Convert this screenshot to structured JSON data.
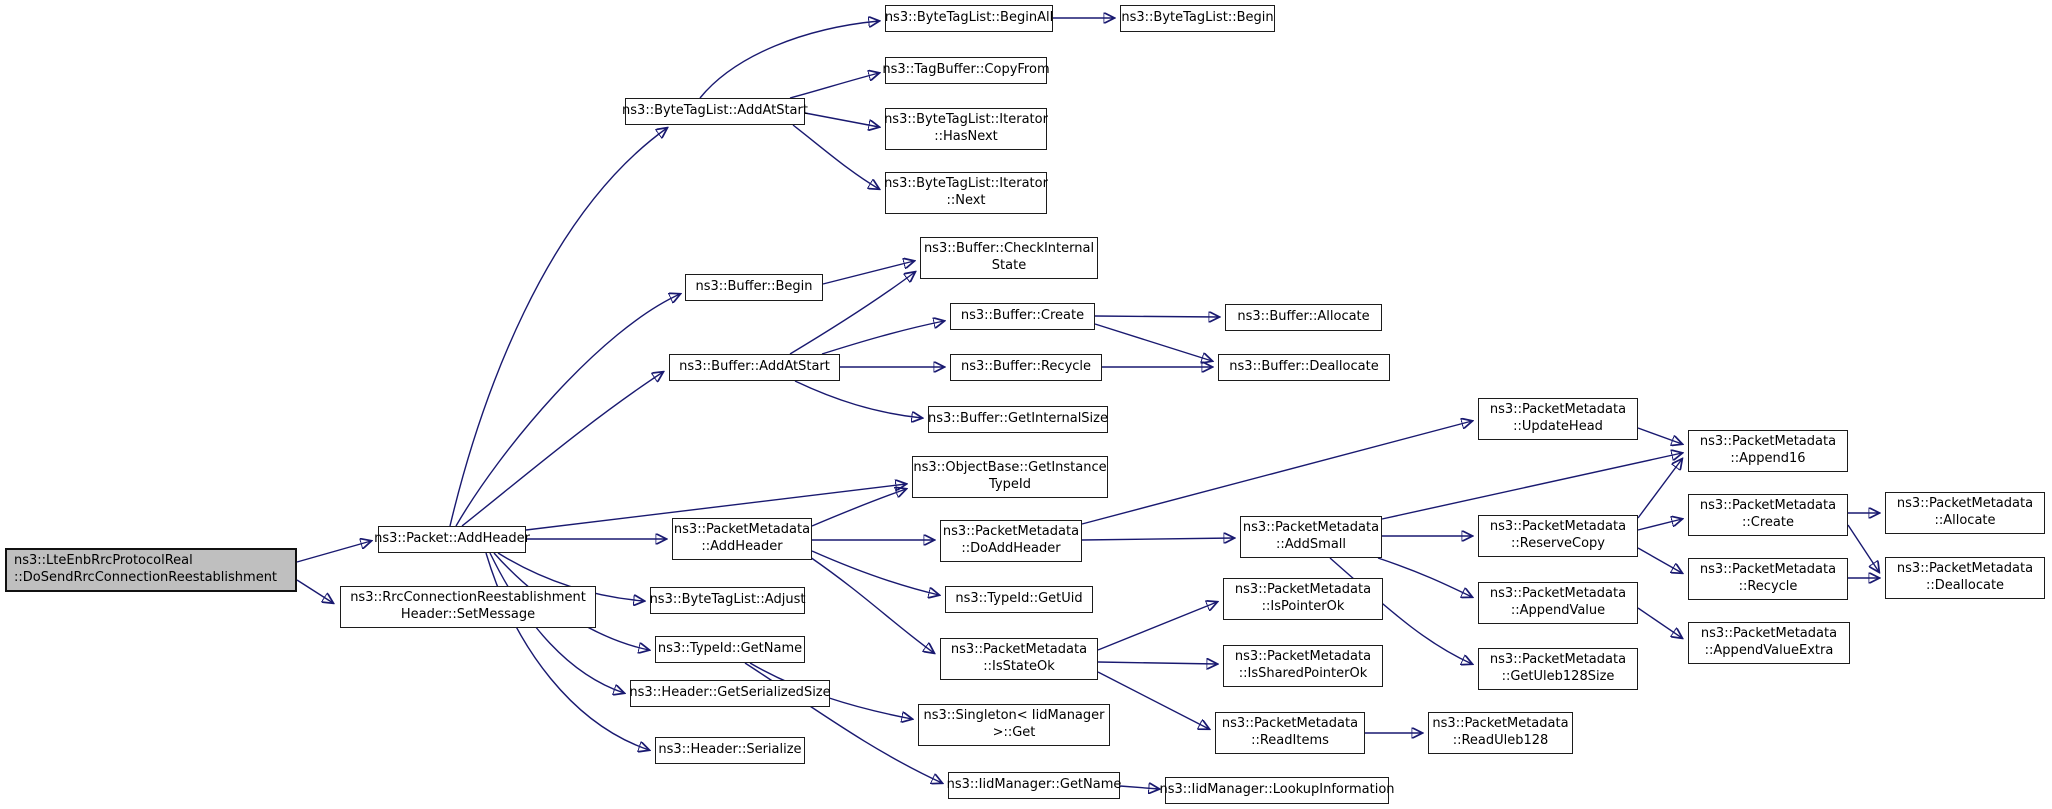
{
  "diagram": {
    "type": "doxygen-call-graph",
    "colors": {
      "edge": "#191970",
      "node_border": "#1c1c1c",
      "node_fill": "#ffffff",
      "root_fill": "#bfbfbf",
      "background": "#ffffff",
      "text": "#000000"
    },
    "nodes": [
      {
        "id": "root",
        "line1": "ns3::LteEnbRrcProtocolReal",
        "line2": "::DoSendRrcConnectionReestablishment",
        "highlighted": true
      },
      {
        "id": "packet-addheader",
        "line1": "ns3::Packet::AddHeader"
      },
      {
        "id": "rrc-setmessage",
        "line1": "ns3::RrcConnectionReestablishment",
        "line2": "Header::SetMessage"
      },
      {
        "id": "bytetaglist-addatstart",
        "line1": "ns3::ByteTagList::AddAtStart"
      },
      {
        "id": "bytetaglist-beginall",
        "line1": "ns3::ByteTagList::BeginAll"
      },
      {
        "id": "bytetaglist-begin",
        "line1": "ns3::ByteTagList::Begin"
      },
      {
        "id": "tagbuffer-copyfrom",
        "line1": "ns3::TagBuffer::CopyFrom"
      },
      {
        "id": "bytetaglist-iterator-hasnext",
        "line1": "ns3::ByteTagList::Iterator",
        "line2": "::HasNext"
      },
      {
        "id": "bytetaglist-iterator-next",
        "line1": "ns3::ByteTagList::Iterator",
        "line2": "::Next"
      },
      {
        "id": "buffer-begin",
        "line1": "ns3::Buffer::Begin"
      },
      {
        "id": "buffer-checkinternalstate",
        "line1": "ns3::Buffer::CheckInternal",
        "line2": "State"
      },
      {
        "id": "buffer-addatstart",
        "line1": "ns3::Buffer::AddAtStart"
      },
      {
        "id": "buffer-create",
        "line1": "ns3::Buffer::Create"
      },
      {
        "id": "buffer-recycle",
        "line1": "ns3::Buffer::Recycle"
      },
      {
        "id": "buffer-allocate",
        "line1": "ns3::Buffer::Allocate"
      },
      {
        "id": "buffer-deallocate",
        "line1": "ns3::Buffer::Deallocate"
      },
      {
        "id": "buffer-getinternalsize",
        "line1": "ns3::Buffer::GetInternalSize"
      },
      {
        "id": "objectbase-getinstancetypeid",
        "line1": "ns3::ObjectBase::GetInstance",
        "line2": "TypeId"
      },
      {
        "id": "packetmetadata-addheader",
        "line1": "ns3::PacketMetadata",
        "line2": "::AddHeader"
      },
      {
        "id": "packetmetadata-doaddheader",
        "line1": "ns3::PacketMetadata",
        "line2": "::DoAddHeader"
      },
      {
        "id": "bytetaglist-adjust",
        "line1": "ns3::ByteTagList::Adjust"
      },
      {
        "id": "typeid-getuid",
        "line1": "ns3::TypeId::GetUid"
      },
      {
        "id": "typeid-getname",
        "line1": "ns3::TypeId::GetName"
      },
      {
        "id": "packetmetadata-isstateok",
        "line1": "ns3::PacketMetadata",
        "line2": "::IsStateOk"
      },
      {
        "id": "header-getserializedsize",
        "line1": "ns3::Header::GetSerializedSize"
      },
      {
        "id": "singleton-iidmanager-get",
        "line1": "ns3::Singleton< IidManager",
        "line2": ">::Get"
      },
      {
        "id": "header-serialize",
        "line1": "ns3::Header::Serialize"
      },
      {
        "id": "iidmanager-getname",
        "line1": "ns3::IidManager::GetName"
      },
      {
        "id": "iidmanager-lookupinformation",
        "line1": "ns3::IidManager::LookupInformation"
      },
      {
        "id": "packetmetadata-addsmall",
        "line1": "ns3::PacketMetadata",
        "line2": "::AddSmall"
      },
      {
        "id": "packetmetadata-ispointerok",
        "line1": "ns3::PacketMetadata",
        "line2": "::IsPointerOk"
      },
      {
        "id": "packetmetadata-issharedpointerok",
        "line1": "ns3::PacketMetadata",
        "line2": "::IsSharedPointerOk"
      },
      {
        "id": "packetmetadata-readitems",
        "line1": "ns3::PacketMetadata",
        "line2": "::ReadItems"
      },
      {
        "id": "packetmetadata-readuleb128",
        "line1": "ns3::PacketMetadata",
        "line2": "::ReadUleb128"
      },
      {
        "id": "packetmetadata-updatehead",
        "line1": "ns3::PacketMetadata",
        "line2": "::UpdateHead"
      },
      {
        "id": "packetmetadata-reservecopy",
        "line1": "ns3::PacketMetadata",
        "line2": "::ReserveCopy"
      },
      {
        "id": "packetmetadata-appendvalue",
        "line1": "ns3::PacketMetadata",
        "line2": "::AppendValue"
      },
      {
        "id": "packetmetadata-getuleb128size",
        "line1": "ns3::PacketMetadata",
        "line2": "::GetUleb128Size"
      },
      {
        "id": "packetmetadata-append16",
        "line1": "ns3::PacketMetadata",
        "line2": "::Append16"
      },
      {
        "id": "packetmetadata-create",
        "line1": "ns3::PacketMetadata",
        "line2": "::Create"
      },
      {
        "id": "packetmetadata-recycle",
        "line1": "ns3::PacketMetadata",
        "line2": "::Recycle"
      },
      {
        "id": "packetmetadata-appendvalueextra",
        "line1": "ns3::PacketMetadata",
        "line2": "::AppendValueExtra"
      },
      {
        "id": "packetmetadata-allocate",
        "line1": "ns3::PacketMetadata",
        "line2": "::Allocate"
      },
      {
        "id": "packetmetadata-deallocate",
        "line1": "ns3::PacketMetadata",
        "line2": "::Deallocate"
      }
    ],
    "edges": [
      {
        "from": "root",
        "to": "packet-addheader"
      },
      {
        "from": "root",
        "to": "rrc-setmessage"
      },
      {
        "from": "packet-addheader",
        "to": "bytetaglist-addatstart"
      },
      {
        "from": "packet-addheader",
        "to": "buffer-begin"
      },
      {
        "from": "packet-addheader",
        "to": "buffer-addatstart"
      },
      {
        "from": "packet-addheader",
        "to": "objectbase-getinstancetypeid"
      },
      {
        "from": "packet-addheader",
        "to": "packetmetadata-addheader"
      },
      {
        "from": "packet-addheader",
        "to": "bytetaglist-adjust"
      },
      {
        "from": "packet-addheader",
        "to": "typeid-getname"
      },
      {
        "from": "packet-addheader",
        "to": "header-getserializedsize"
      },
      {
        "from": "packet-addheader",
        "to": "header-serialize"
      },
      {
        "from": "bytetaglist-addatstart",
        "to": "bytetaglist-beginall"
      },
      {
        "from": "bytetaglist-addatstart",
        "to": "tagbuffer-copyfrom"
      },
      {
        "from": "bytetaglist-addatstart",
        "to": "bytetaglist-iterator-hasnext"
      },
      {
        "from": "bytetaglist-addatstart",
        "to": "bytetaglist-iterator-next"
      },
      {
        "from": "bytetaglist-beginall",
        "to": "bytetaglist-begin"
      },
      {
        "from": "buffer-begin",
        "to": "buffer-checkinternalstate"
      },
      {
        "from": "buffer-addatstart",
        "to": "buffer-checkinternalstate"
      },
      {
        "from": "buffer-addatstart",
        "to": "buffer-create"
      },
      {
        "from": "buffer-addatstart",
        "to": "buffer-recycle"
      },
      {
        "from": "buffer-addatstart",
        "to": "buffer-getinternalsize"
      },
      {
        "from": "buffer-create",
        "to": "buffer-allocate"
      },
      {
        "from": "buffer-create",
        "to": "buffer-deallocate"
      },
      {
        "from": "buffer-recycle",
        "to": "buffer-deallocate"
      },
      {
        "from": "packetmetadata-addheader",
        "to": "objectbase-getinstancetypeid"
      },
      {
        "from": "packetmetadata-addheader",
        "to": "packetmetadata-doaddheader"
      },
      {
        "from": "packetmetadata-addheader",
        "to": "typeid-getuid"
      },
      {
        "from": "packetmetadata-addheader",
        "to": "packetmetadata-isstateok"
      },
      {
        "from": "packetmetadata-doaddheader",
        "to": "packetmetadata-updatehead"
      },
      {
        "from": "packetmetadata-doaddheader",
        "to": "packetmetadata-addsmall"
      },
      {
        "from": "packetmetadata-addsmall",
        "to": "packetmetadata-append16"
      },
      {
        "from": "packetmetadata-addsmall",
        "to": "packetmetadata-reservecopy"
      },
      {
        "from": "packetmetadata-addsmall",
        "to": "packetmetadata-appendvalue"
      },
      {
        "from": "packetmetadata-addsmall",
        "to": "packetmetadata-getuleb128size"
      },
      {
        "from": "packetmetadata-updatehead",
        "to": "packetmetadata-append16"
      },
      {
        "from": "packetmetadata-reservecopy",
        "to": "packetmetadata-append16"
      },
      {
        "from": "packetmetadata-reservecopy",
        "to": "packetmetadata-create"
      },
      {
        "from": "packetmetadata-reservecopy",
        "to": "packetmetadata-recycle"
      },
      {
        "from": "packetmetadata-create",
        "to": "packetmetadata-allocate"
      },
      {
        "from": "packetmetadata-create",
        "to": "packetmetadata-deallocate"
      },
      {
        "from": "packetmetadata-recycle",
        "to": "packetmetadata-deallocate"
      },
      {
        "from": "packetmetadata-appendvalue",
        "to": "packetmetadata-appendvalueextra"
      },
      {
        "from": "packetmetadata-isstateok",
        "to": "packetmetadata-ispointerok"
      },
      {
        "from": "packetmetadata-isstateok",
        "to": "packetmetadata-issharedpointerok"
      },
      {
        "from": "packetmetadata-isstateok",
        "to": "packetmetadata-readitems"
      },
      {
        "from": "packetmetadata-readitems",
        "to": "packetmetadata-readuleb128"
      },
      {
        "from": "typeid-getname",
        "to": "singleton-iidmanager-get"
      },
      {
        "from": "typeid-getname",
        "to": "iidmanager-getname"
      },
      {
        "from": "iidmanager-getname",
        "to": "iidmanager-lookupinformation"
      }
    ]
  }
}
